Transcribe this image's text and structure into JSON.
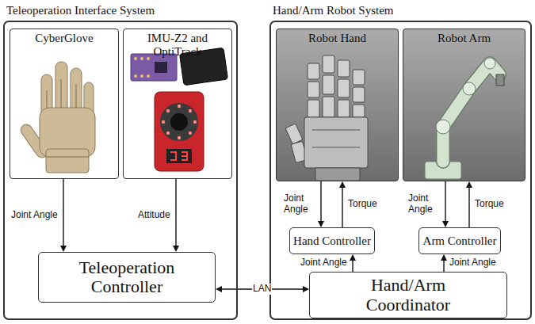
{
  "diagram": {
    "nodes": [
      {
        "text": [
          "Teleoperation Interface System"
        ]
      },
      {
        "text": [
          "CyberGlove"
        ],
        "in": 0
      },
      {
        "text": [
          "IMU-Z2 and OptiTrack"
        ],
        "in": 0
      },
      {
        "text": [
          "Teleoperation Controller"
        ],
        "in": 0
      },
      {
        "text": [
          "Hand/Arm Robot System"
        ]
      },
      {
        "text": [
          "Robot Hand"
        ],
        "in": 4
      },
      {
        "text": [
          "Robot Arm"
        ],
        "in": 4
      },
      {
        "text": [
          "Hand Controller"
        ],
        "in": 4
      },
      {
        "text": [
          "Arm Controller"
        ],
        "in": 4
      },
      {
        "text": [
          "Hand/Arm Coordinator"
        ],
        "in": 4
      }
    ],
    "edges": [
      {
        "from": 1,
        "to": 3,
        "label": "Joint Angle",
        "arrow": "to"
      },
      {
        "from": 2,
        "to": 3,
        "label": "Attitude",
        "arrow": "to"
      },
      {
        "from": 3,
        "to": 9,
        "label": "LAN",
        "arrow": "both"
      },
      {
        "from": 5,
        "to": 7,
        "label": "Joint Angle",
        "arrow": "to"
      },
      {
        "from": 7,
        "to": 5,
        "label": "Torque",
        "arrow": "to"
      },
      {
        "from": 6,
        "to": 8,
        "label": "Joint Angle",
        "arrow": "to"
      },
      {
        "from": 8,
        "to": 6,
        "label": "Torque",
        "arrow": "to"
      },
      {
        "from": 9,
        "to": 7,
        "label": "Joint Angle",
        "arrow": "to"
      },
      {
        "from": 9,
        "to": 8,
        "label": "Joint Angle",
        "arrow": "to"
      }
    ]
  }
}
